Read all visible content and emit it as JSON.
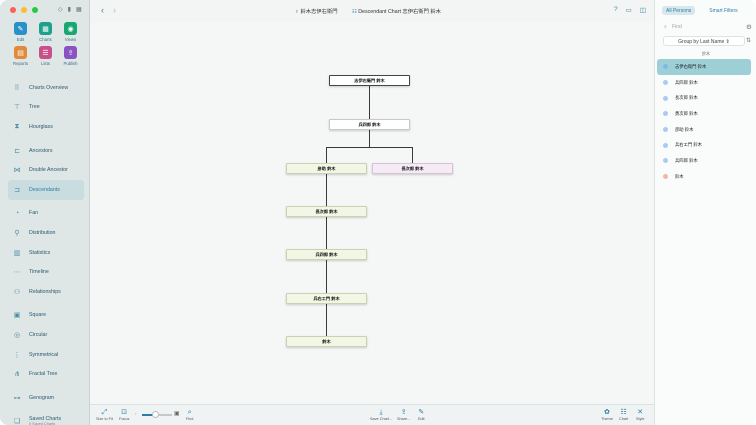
{
  "window": {
    "title_person": "鈴木志伊右衛門",
    "title_chart": "Descendant Chart 志伊右衛門 鈴木"
  },
  "launch": [
    {
      "label": "Edit",
      "icon": "pencil-icon",
      "color": "#2a90c9",
      "glyph": "✎"
    },
    {
      "label": "Charts",
      "icon": "charts-icon",
      "color": "#1ea08a",
      "glyph": "▦"
    },
    {
      "label": "Views",
      "icon": "eye-icon",
      "color": "#17a872",
      "glyph": "◉"
    },
    {
      "label": "Reports",
      "icon": "reports-icon",
      "color": "#e08a3c",
      "glyph": "▤"
    },
    {
      "label": "Lists",
      "icon": "lists-icon",
      "color": "#c94f8a",
      "glyph": "☰"
    },
    {
      "label": "Publish",
      "icon": "publish-icon",
      "color": "#8b52c4",
      "glyph": "⇪"
    }
  ],
  "nav": [
    {
      "label": "Charts Overview",
      "icon": "charts-overview-icon",
      "glyph": "⠿"
    },
    {
      "label": "Tree",
      "icon": "tree-icon",
      "glyph": "⊤"
    },
    {
      "label": "Hourglass",
      "icon": "hourglass-icon",
      "glyph": "⧗"
    },
    {
      "label": "Ancestors",
      "icon": "ancestors-icon",
      "glyph": "⊏"
    },
    {
      "label": "Double Ancestor",
      "icon": "double-ancestor-icon",
      "glyph": "⋈"
    },
    {
      "label": "Descendants",
      "icon": "descendants-icon",
      "glyph": "⊐"
    },
    {
      "label": "Fan",
      "icon": "fan-icon",
      "glyph": "◔"
    },
    {
      "label": "Distribution",
      "icon": "distribution-icon",
      "glyph": "⚲"
    },
    {
      "label": "Statistics",
      "icon": "statistics-icon",
      "glyph": "▥"
    },
    {
      "label": "Timeline",
      "icon": "timeline-icon",
      "glyph": "⋯"
    },
    {
      "label": "Relationships",
      "icon": "relationships-icon",
      "glyph": "⚇"
    },
    {
      "label": "Square",
      "icon": "square-icon",
      "glyph": "▣"
    },
    {
      "label": "Circular",
      "icon": "circular-icon",
      "glyph": "◎"
    },
    {
      "label": "Symmetrical",
      "icon": "symmetrical-icon",
      "glyph": "⋮"
    },
    {
      "label": "Fractal Tree",
      "icon": "fractal-tree-icon",
      "glyph": "⋔"
    },
    {
      "label": "Genogram",
      "icon": "genogram-icon",
      "glyph": "⊶"
    },
    {
      "label": "Saved Charts",
      "sublabel": "0 Saved Charts",
      "icon": "saved-charts-icon",
      "glyph": "❏"
    }
  ],
  "nav_selected": "Descendants",
  "tree": {
    "root": "志伊右衛門 鈴木",
    "gen2": "兵四郎 鈴木",
    "gen3_left": "彦助 鈴木",
    "gen3_right": "長次郎 鈴木",
    "gen4": "長次郎 鈴木",
    "gen5": "兵四郎 鈴木",
    "gen6": "兵右エ門 鈴木",
    "gen7": "鈴木"
  },
  "bottom": {
    "size_to_fit": "Size to Fit",
    "focus": "Focus",
    "find": "Find",
    "save_chart": "Save Chart...",
    "share": "Share...",
    "edit": "Edit",
    "theme": "Theme",
    "chart": "Chart",
    "style": "Style",
    "zoom_level": 0.45
  },
  "right_panel": {
    "tab_all": "All Persons",
    "tab_smart": "Smart Filters",
    "search_placeholder": "Find",
    "group_by": "Group by Last Name ⇕",
    "section": "鈴木",
    "persons": [
      {
        "name": "志伊右衛門 鈴木",
        "color": "#7fb8e8",
        "selected": true
      },
      {
        "name": "兵四郎 鈴木",
        "color": "#a9cdf0",
        "selected": false
      },
      {
        "name": "長次郎 鈴木",
        "color": "#a9cdf0",
        "selected": false
      },
      {
        "name": "勇次郎 鈴木",
        "color": "#a9cdf0",
        "selected": false
      },
      {
        "name": "彦助 鈴木",
        "color": "#a9cdf0",
        "selected": false
      },
      {
        "name": "兵右エ門 鈴木",
        "color": "#a9cdf0",
        "selected": false
      },
      {
        "name": "兵四郎 鈴木",
        "color": "#a9cdf0",
        "selected": false
      },
      {
        "name": "鈴木",
        "color": "#f3b8a3",
        "selected": false
      }
    ]
  }
}
